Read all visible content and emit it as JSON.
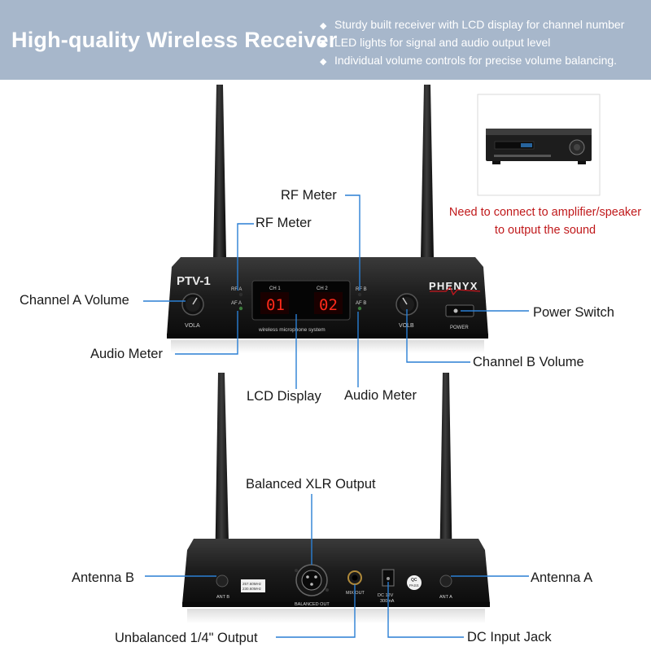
{
  "banner": {
    "title": "High-quality Wireless Receiver",
    "features": [
      "Sturdy built receiver with LCD display for channel number",
      "LED lights for signal and audio output level",
      "Individual volume controls for precise volume balancing."
    ],
    "bullet": "◆"
  },
  "front_panel": {
    "model": "PTV-1",
    "brand": "PHENYX",
    "ch1_label": "CH 1",
    "ch2_label": "CH 2",
    "ch1_value": "01",
    "ch2_value": "02",
    "rf_a": "RF A",
    "af_a": "AF A",
    "rf_b": "RF B",
    "af_b": "AF B",
    "vol_a": "VOLA",
    "vol_b": "VOLB",
    "power": "POWER",
    "tagline": "wireless microphone system"
  },
  "back_panel": {
    "ant_b": "ANT B",
    "ant_a": "ANT A",
    "freq_line1": "257.60MHz",
    "freq_line2": "230.60MHz",
    "balanced_out": "BALANCED OUT",
    "mix_out": "MIX OUT",
    "dc_line1": "DC 12V",
    "dc_line2": "300mA",
    "qc_line1": "QC",
    "qc_line2": "PASS"
  },
  "callouts": {
    "rf_meter_a": "RF Meter",
    "rf_meter_b": "RF Meter",
    "channel_a_volume": "Channel A Volume",
    "audio_meter_a": "Audio Meter",
    "lcd_display": "LCD Display",
    "audio_meter_b": "Audio Meter",
    "channel_b_volume": "Channel B Volume",
    "power_switch": "Power Switch",
    "balanced_xlr_output": "Balanced XLR Output",
    "antenna_b": "Antenna B",
    "antenna_a": "Antenna A",
    "unbalanced_output": "Unbalanced 1/4\" Output",
    "dc_input_jack": "DC Input Jack"
  },
  "note": {
    "line1": "Need to connect to amplifier/speaker",
    "line2": "to output the sound"
  },
  "colors": {
    "banner": "#a7b7cb",
    "callout_line": "#2a7fd4",
    "note_text": "#c0191b",
    "lcd_digits": "#ff2a1a",
    "brand_red": "#c8161d"
  }
}
